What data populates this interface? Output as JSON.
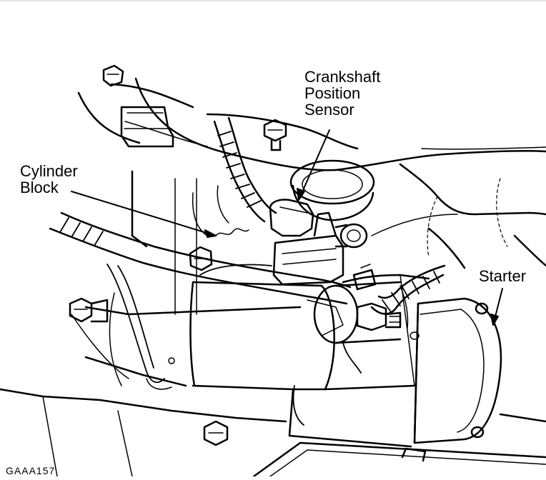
{
  "labels": {
    "crankshaft": [
      "Crankshaft",
      "Position",
      "Sensor"
    ],
    "cylinder": [
      "Cylinder",
      "Block"
    ],
    "starter": "Starter"
  },
  "figure_code": "GAAA157"
}
